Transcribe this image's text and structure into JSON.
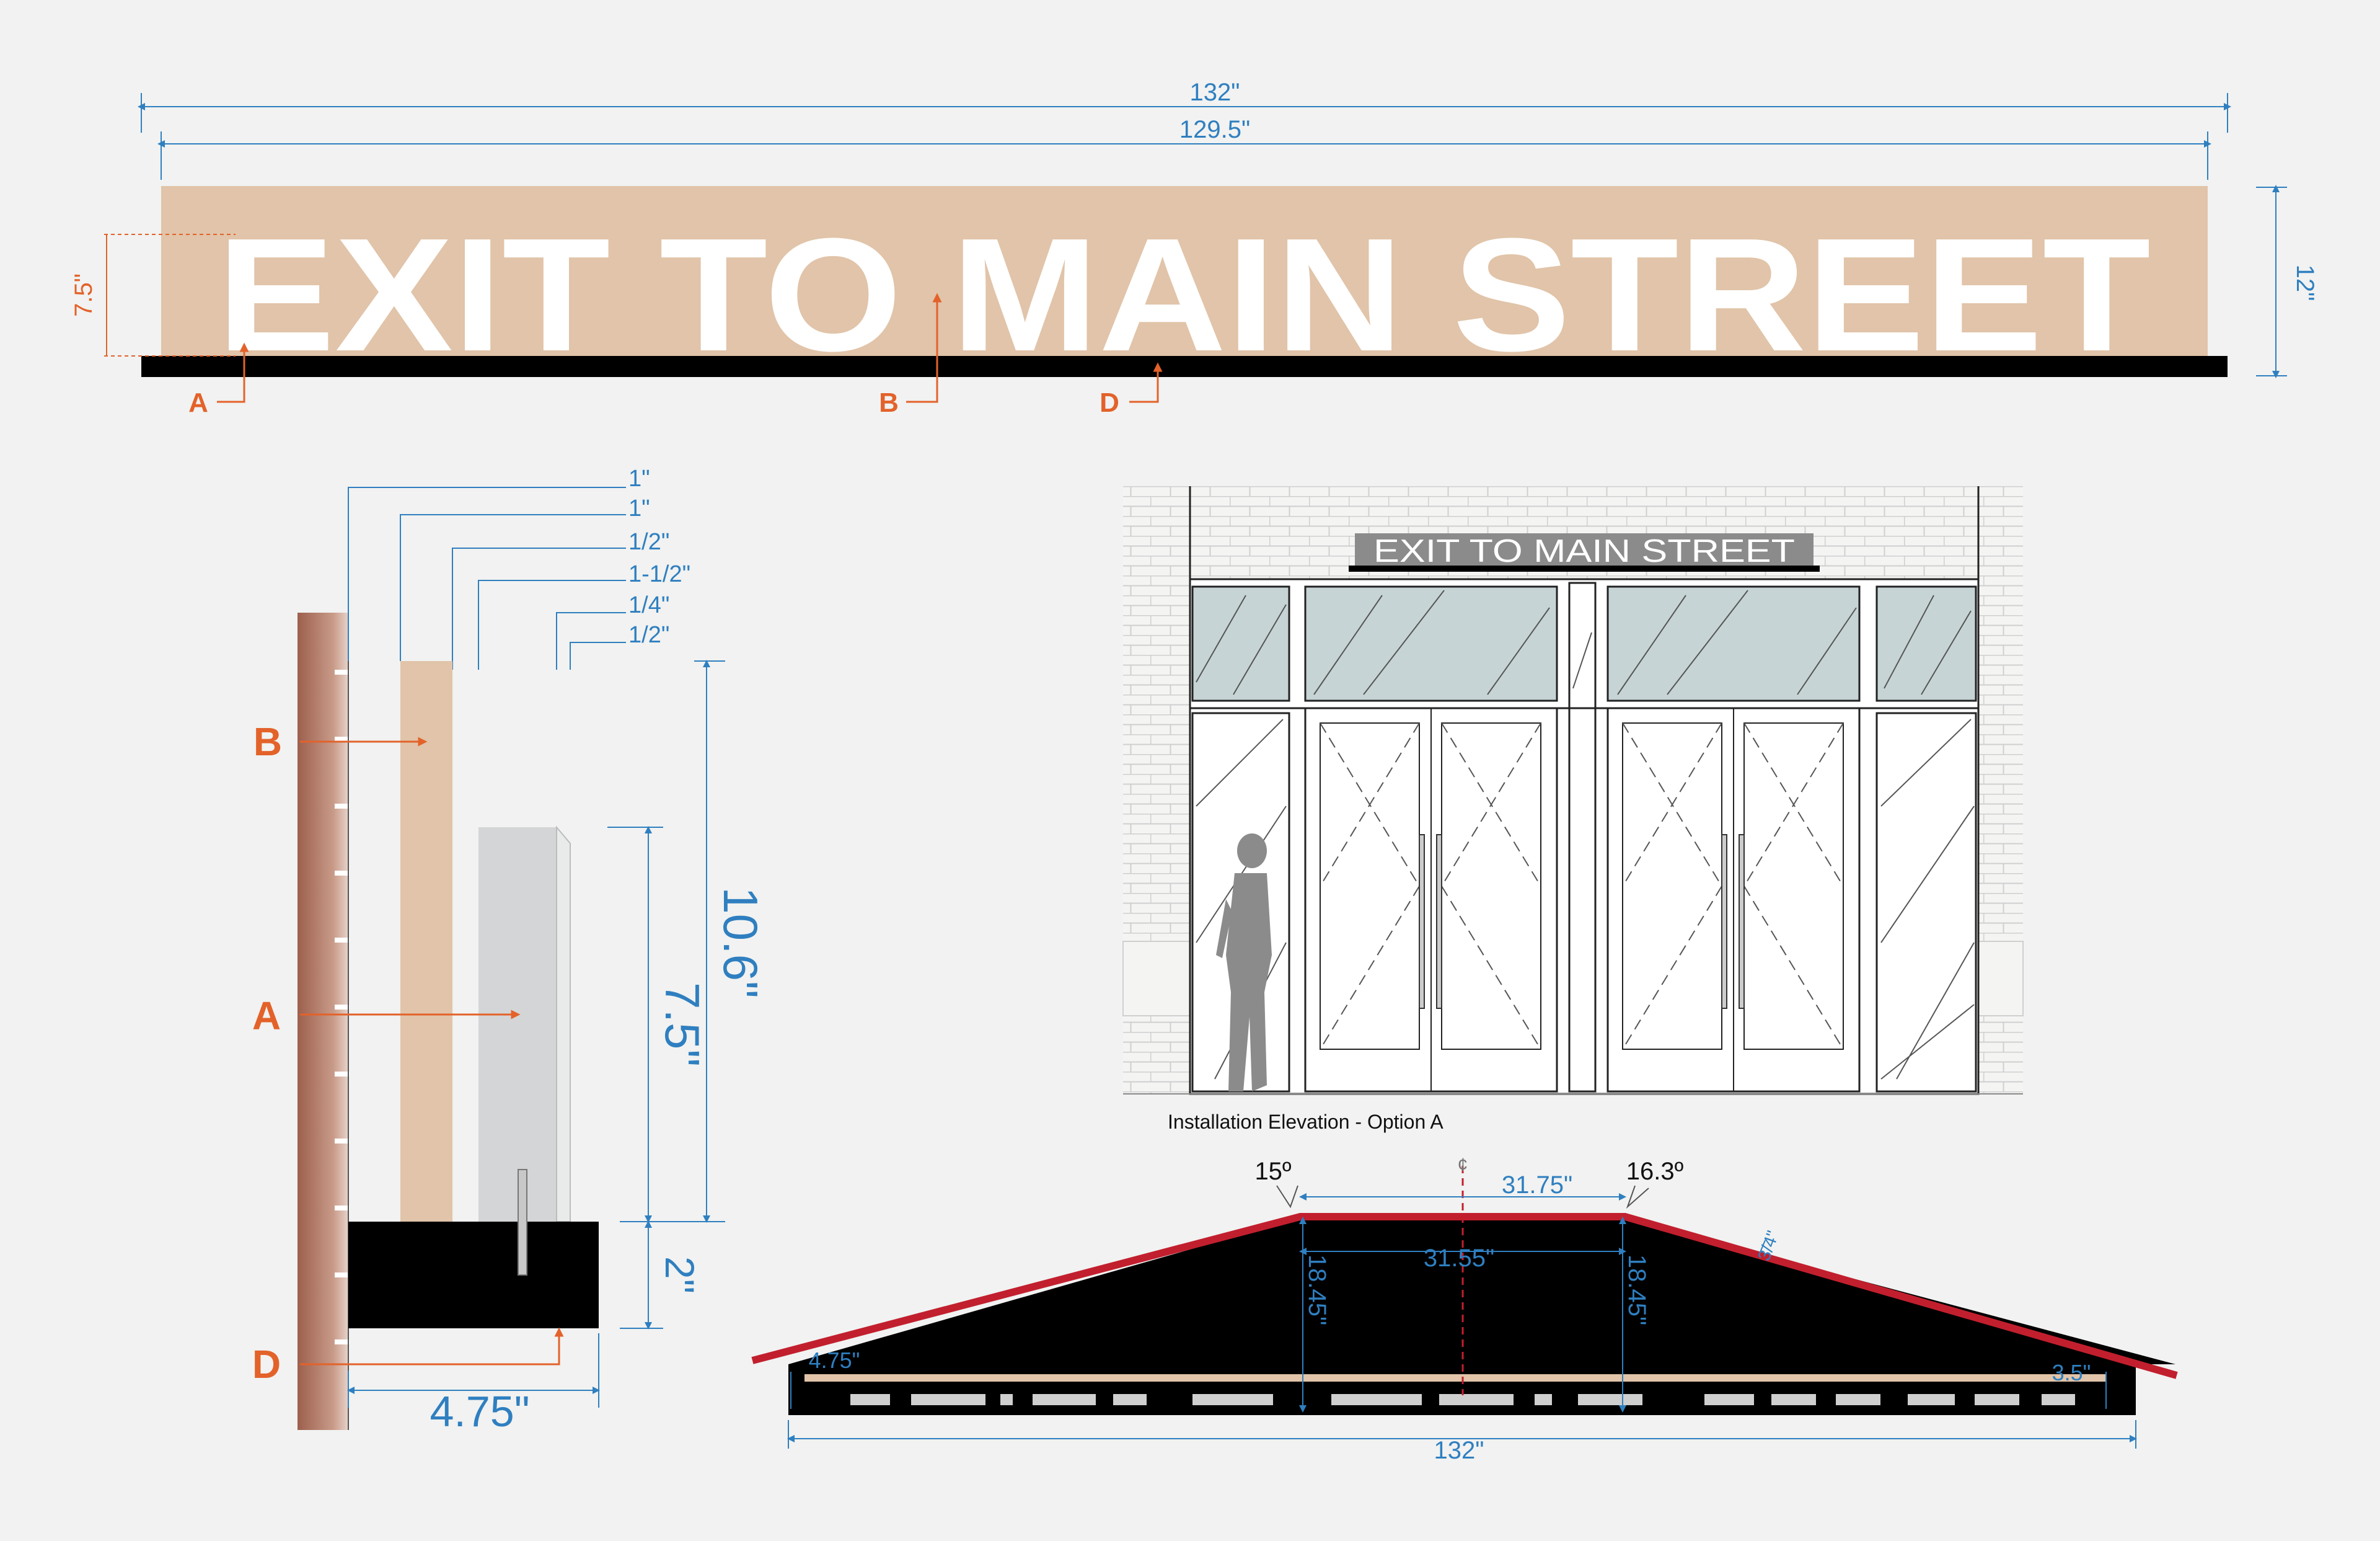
{
  "sign": {
    "text": "EXIT TO MAIN STREET",
    "colors": {
      "panel": "#e1c4a9",
      "letters": "#ffffff",
      "base": "#000000",
      "dimension": "#2f7fc0",
      "callout": "#e3622a",
      "cap": "#c21f2e"
    }
  },
  "front": {
    "dim_overall": "132\"",
    "dim_panel": "129.5\"",
    "dim_letter_height": "7.5\"",
    "dim_height": "12\"",
    "callouts": [
      "A",
      "B",
      "D"
    ]
  },
  "section": {
    "offsets": [
      "1\"",
      "1\"",
      "1/2\"",
      "1-1/2\"",
      "1/4\"",
      "1/2\""
    ],
    "dim_total": "10.6\"",
    "dim_letter": "7.5\"",
    "dim_base": "2\"",
    "dim_depth": "4.75\"",
    "callouts": [
      "B",
      "A",
      "D"
    ]
  },
  "elevation": {
    "sign_text": "EXIT TO MAIN STREET",
    "caption": "Installation Elevation - Option A"
  },
  "plan": {
    "angle_left": "15º",
    "angle_right": "16.3º",
    "centerline": "¢",
    "dim_top": "31.75\"",
    "dim_inner": "31.55\"",
    "dim_left_depth": "18.45\"",
    "dim_right_depth": "18.45\"",
    "dim_cap": "3/4\"",
    "dim_left_end": "4.75\"",
    "dim_right_end": "3.5\"",
    "dim_overall": "132\""
  }
}
